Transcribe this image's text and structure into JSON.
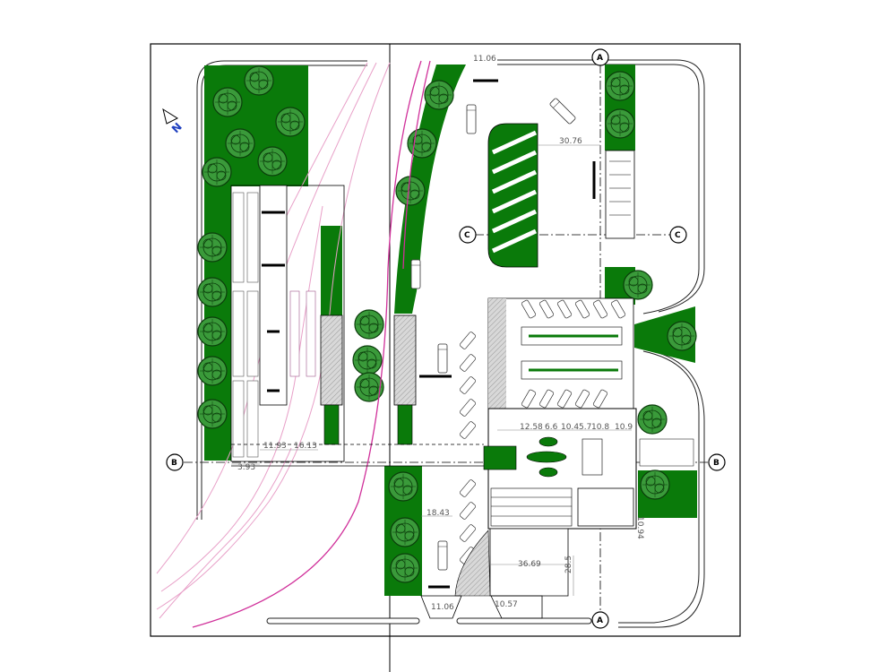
{
  "plan": {
    "north_label": "N",
    "dimensions": {
      "top_width": "11.06",
      "bottom_width": "11.06",
      "parking_span": "30.76",
      "platform_a": "11.93",
      "platform_b": "16.13",
      "platform_small": "3.93",
      "hall_row": "12.58",
      "hall_a": "6.6",
      "hall_b": "10.4",
      "hall_c": "5.7",
      "hall_d": "10.8",
      "hall_e": "10.9",
      "east_wing": "10.94",
      "south_lot_width": "36.69",
      "south_lot_depth": "28.5",
      "ramp_width": "18.43",
      "gate_width": "10.57"
    },
    "section_markers": {
      "a_top": "A",
      "a_bottom": "A",
      "b_left": "B",
      "b_right": "B",
      "c_left": "C",
      "c_right": "C"
    },
    "colors": {
      "green": "#0a7a0a",
      "tree": "#2e8b2e",
      "track": "#d0309a",
      "track_light": "#e8a0c8",
      "line": "#000000",
      "hatch": "#bdbdbd"
    }
  }
}
